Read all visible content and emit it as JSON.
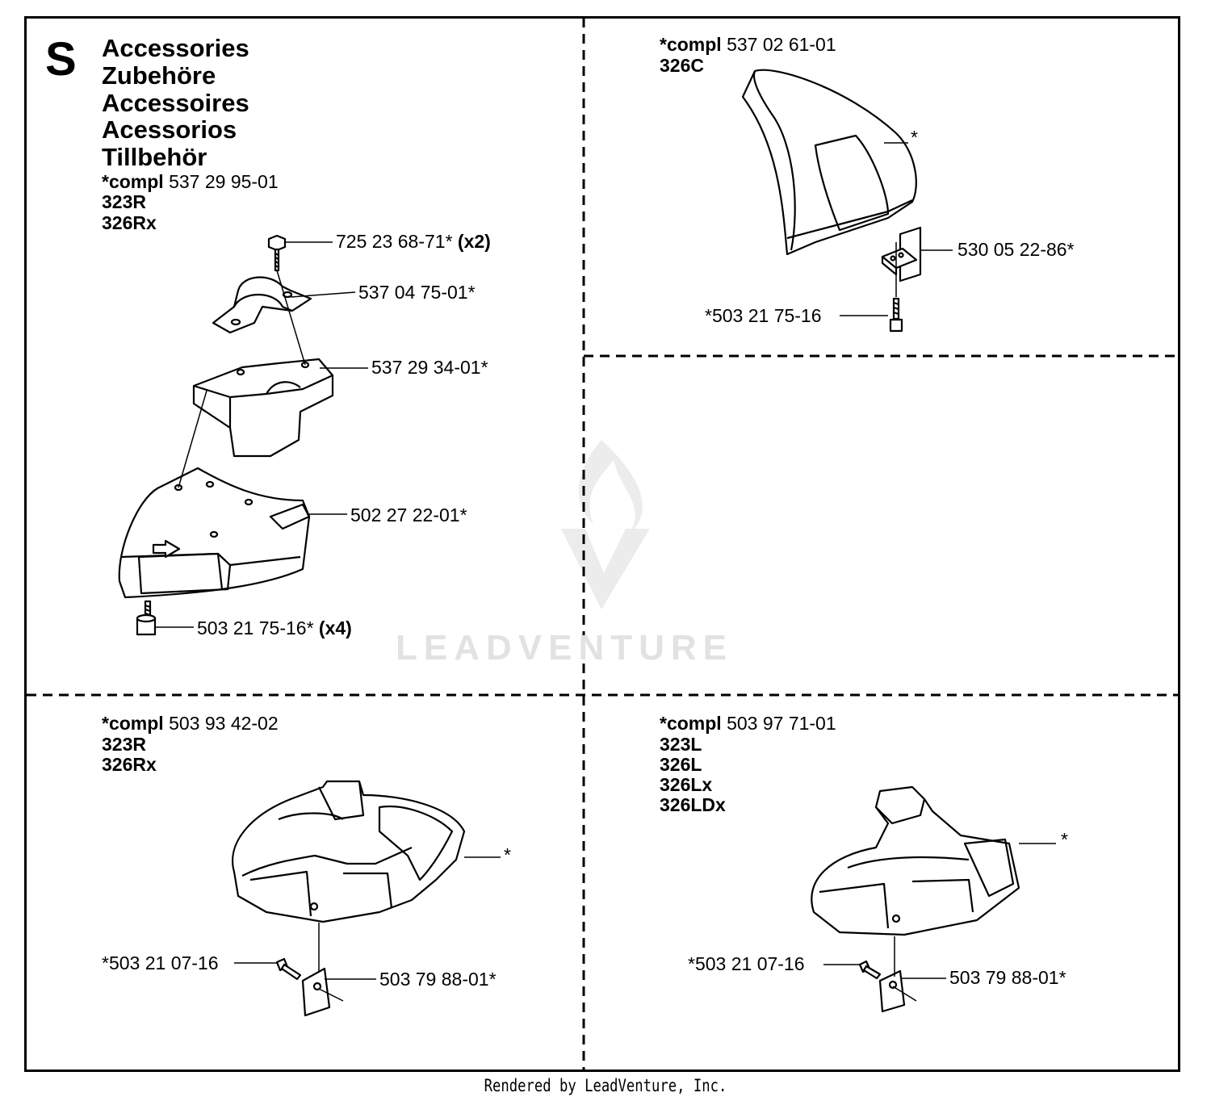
{
  "section_letter": "S",
  "title_lines": [
    "Accessories",
    "Zubehöre",
    "Accessoires",
    "Acessorios",
    "Tillbehör"
  ],
  "compl_prefix": "*compl",
  "panels": {
    "top_left": {
      "compl_number": "537 29 95-01",
      "models": [
        "323R",
        "326Rx"
      ],
      "parts": [
        {
          "number": "725 23 68-71*",
          "qty": "(x2)"
        },
        {
          "number": "537 04 75-01*"
        },
        {
          "number": "537 29 34-01*"
        },
        {
          "number": "502 27 22-01*"
        },
        {
          "number": "503 21 75-16*",
          "qty": "(x4)"
        }
      ]
    },
    "top_right": {
      "compl_number": "537 02 61-01",
      "models": [
        "326C"
      ],
      "parts": [
        {
          "number": "*"
        },
        {
          "number": "530 05 22-86*"
        },
        {
          "number": "*503 21 75-16"
        }
      ]
    },
    "bottom_left": {
      "compl_number": "503 93 42-02",
      "models": [
        "323R",
        "326Rx"
      ],
      "parts": [
        {
          "number": "*"
        },
        {
          "number": "*503 21 07-16"
        },
        {
          "number": "503 79 88-01*"
        }
      ]
    },
    "bottom_right": {
      "compl_number": "503 97 71-01",
      "models": [
        "323L",
        "326L",
        "326Lx",
        "326LDx"
      ],
      "parts": [
        {
          "number": "*"
        },
        {
          "number": "*503 21 07-16"
        },
        {
          "number": "503 79 88-01*"
        }
      ]
    }
  },
  "watermark": "LEADVENTURE",
  "footer": "Rendered by LeadVenture, Inc."
}
